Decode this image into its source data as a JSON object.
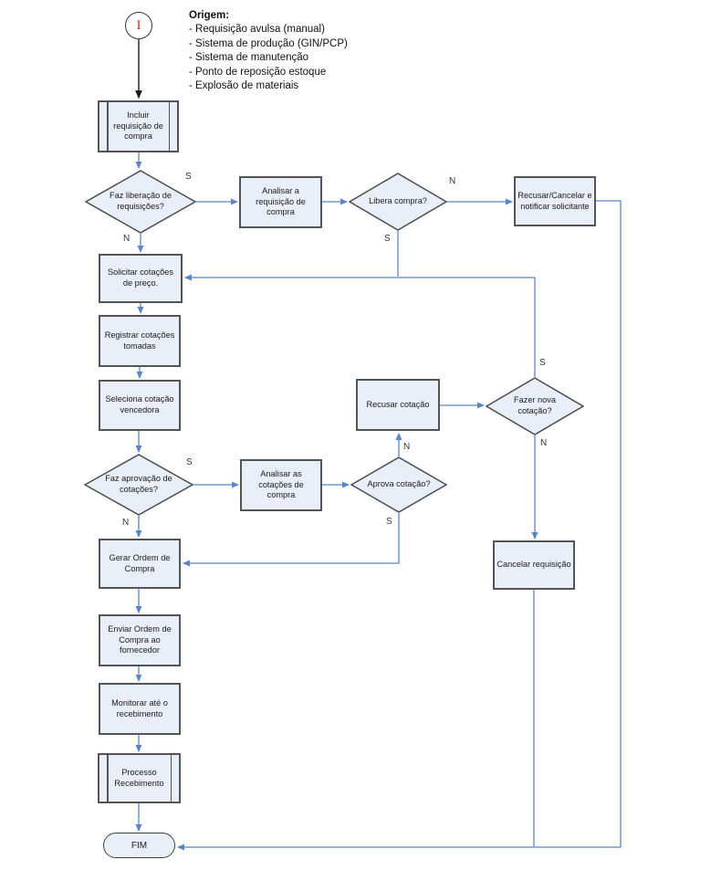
{
  "diagram": {
    "start": {
      "symbol": "I"
    },
    "origem": {
      "title": "Origem:",
      "items": [
        "- Requisição avulsa (manual)",
        "- Sistema de produção (GIN/PCP)",
        "- Sistema de manutenção",
        "- Ponto de reposição estoque",
        "- Explosão de materiais"
      ]
    },
    "nodes": {
      "incluir": "Incluir requisição de compra",
      "faz_liberacao": "Faz liberação de requisições?",
      "analisar_requisicao": "Analisar a requisição de compra",
      "libera_compra": "Libera compra?",
      "recusar_cancelar": "Recusar/Cancelar e notificar solicitante",
      "solicitar_cotacoes": "Solicitar cotações de preço.",
      "registrar_cotacoes": "Registrar cotações tomadas",
      "seleciona_cotacao": "Seleciona cotação vencedora",
      "recusar_cotacao": "Recusar cotação",
      "fazer_nova_cotacao": "Fazer nova cotação?",
      "faz_aprovacao": "Faz aprovação de cotações?",
      "analisar_cotacoes": "Analisar as cotações de compra",
      "aprova_cotacao": "Aprova cotação?",
      "gerar_ordem": "Gerar Ordem de Compra",
      "cancelar_requisicao": "Cancelar requisição",
      "enviar_ordem": "Enviar Ordem de Compra ao fornecedor",
      "monitorar": "Monitorar até o recebimento",
      "processo_recebimento": "Processo Recebimento",
      "fim": "FIM"
    },
    "branch_labels": {
      "yes": "S",
      "no": "N"
    },
    "colors": {
      "node_fill": "#E9EFF9",
      "node_border": "#545454",
      "connector_blue": "#5B85C8",
      "start_arrow_black": "#1A1A1A",
      "start_letter_red": "#E02B20"
    }
  }
}
